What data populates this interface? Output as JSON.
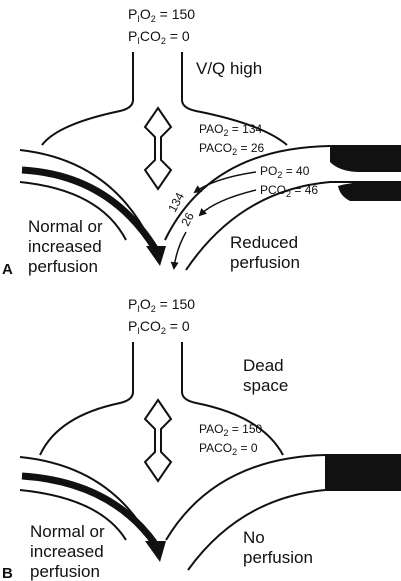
{
  "colors": {
    "ink": "#111111",
    "background": "#ffffff"
  },
  "panel_a": {
    "letter": "A",
    "inspired_o2": "P",
    "inspired_o2_sub1": "I",
    "inspired_o2_mid": "O",
    "inspired_o2_sub2": "2",
    "inspired_o2_value": " = 150",
    "inspired_co2": "P",
    "inspired_co2_sub1": "I",
    "inspired_co2_mid": "CO",
    "inspired_co2_sub2": "2",
    "inspired_co2_value": " = 0",
    "condition": "V/Q high",
    "alveolar_o2": "PAO",
    "alveolar_o2_sub": "2",
    "alveolar_o2_value": " = 134",
    "alveolar_co2": "PACO",
    "alveolar_co2_sub": "2",
    "alveolar_co2_value": " = 26",
    "venous_o2": "PO",
    "venous_o2_sub": "2",
    "venous_o2_value": " = 40",
    "venous_co2": "PCO",
    "venous_co2_sub": "2",
    "venous_co2_value": " = 46",
    "end_cap_o2": "134",
    "end_cap_co2": "26",
    "left_label": [
      "Normal or",
      "increased",
      "perfusion"
    ],
    "right_label": [
      "Reduced",
      "perfusion"
    ]
  },
  "panel_b": {
    "letter": "B",
    "inspired_o2": "P",
    "inspired_o2_sub1": "I",
    "inspired_o2_mid": "O",
    "inspired_o2_sub2": "2",
    "inspired_o2_value": " = 150",
    "inspired_co2": "P",
    "inspired_co2_sub1": "I",
    "inspired_co2_mid": "CO",
    "inspired_co2_sub2": "2",
    "inspired_co2_value": " = 0",
    "condition": [
      "Dead",
      "space"
    ],
    "alveolar_o2": "PAO",
    "alveolar_o2_sub": "2",
    "alveolar_o2_value": " = 150",
    "alveolar_co2": "PACO",
    "alveolar_co2_sub": "2",
    "alveolar_co2_value": " = 0",
    "left_label": [
      "Normal or",
      "increased",
      "perfusion"
    ],
    "right_label": [
      "No",
      "perfusion"
    ]
  }
}
